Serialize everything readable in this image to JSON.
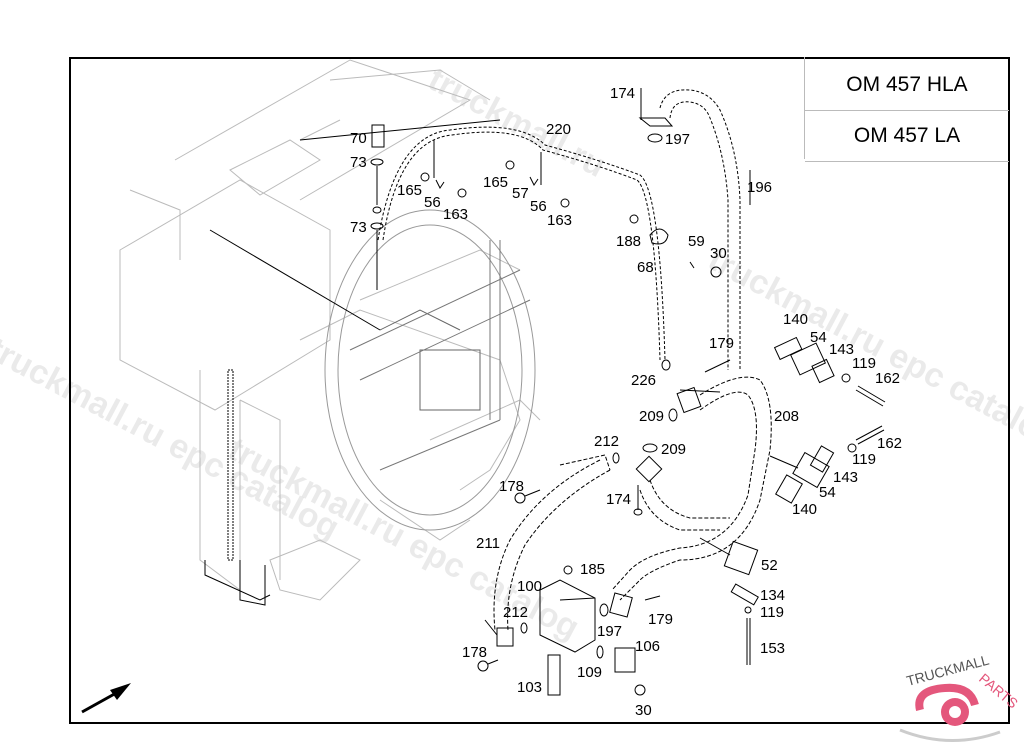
{
  "diagram": {
    "title": "Radiator, fan shroud and coolant pipes parts diagram",
    "models": [
      "OM 457 HLA",
      "OM 457 LA"
    ],
    "callouts": [
      {
        "id": "c174a",
        "label": "174"
      },
      {
        "id": "c197a",
        "label": "197"
      },
      {
        "id": "c220",
        "label": "220"
      },
      {
        "id": "c70",
        "label": "70"
      },
      {
        "id": "c73a",
        "label": "73"
      },
      {
        "id": "c73b",
        "label": "73"
      },
      {
        "id": "c165a",
        "label": "165"
      },
      {
        "id": "c56a",
        "label": "56"
      },
      {
        "id": "c163a",
        "label": "163"
      },
      {
        "id": "c165b",
        "label": "165"
      },
      {
        "id": "c57",
        "label": "57"
      },
      {
        "id": "c56b",
        "label": "56"
      },
      {
        "id": "c163b",
        "label": "163"
      },
      {
        "id": "c196",
        "label": "196"
      },
      {
        "id": "c188",
        "label": "188"
      },
      {
        "id": "c68",
        "label": "68"
      },
      {
        "id": "c59",
        "label": "59"
      },
      {
        "id": "c30a",
        "label": "30"
      },
      {
        "id": "c140a",
        "label": "140"
      },
      {
        "id": "c54a",
        "label": "54"
      },
      {
        "id": "c143a",
        "label": "143"
      },
      {
        "id": "c119a",
        "label": "119"
      },
      {
        "id": "c162a",
        "label": "162"
      },
      {
        "id": "c179a",
        "label": "179"
      },
      {
        "id": "c226",
        "label": "226"
      },
      {
        "id": "c209a",
        "label": "209"
      },
      {
        "id": "c208",
        "label": "208"
      },
      {
        "id": "c209b",
        "label": "209"
      },
      {
        "id": "c212a",
        "label": "212"
      },
      {
        "id": "c162b",
        "label": "162"
      },
      {
        "id": "c119b",
        "label": "119"
      },
      {
        "id": "c143b",
        "label": "143"
      },
      {
        "id": "c54b",
        "label": "54"
      },
      {
        "id": "c140b",
        "label": "140"
      },
      {
        "id": "c178a",
        "label": "178"
      },
      {
        "id": "c174b",
        "label": "174"
      },
      {
        "id": "c211",
        "label": "211"
      },
      {
        "id": "c52",
        "label": "52"
      },
      {
        "id": "c185",
        "label": "185"
      },
      {
        "id": "c100",
        "label": "100"
      },
      {
        "id": "c134",
        "label": "134"
      },
      {
        "id": "c119c",
        "label": "119"
      },
      {
        "id": "c212b",
        "label": "212"
      },
      {
        "id": "c179b",
        "label": "179"
      },
      {
        "id": "c197b",
        "label": "197"
      },
      {
        "id": "c106",
        "label": "106"
      },
      {
        "id": "c153",
        "label": "153"
      },
      {
        "id": "c178b",
        "label": "178"
      },
      {
        "id": "c109",
        "label": "109"
      },
      {
        "id": "c103",
        "label": "103"
      },
      {
        "id": "c30b",
        "label": "30"
      }
    ]
  },
  "watermarks": [
    "truckmall.ru epc catalog",
    "truckmall.ru epc catalog",
    "truckmall.ru",
    "truckmall.ru epc catalog"
  ],
  "logo": {
    "text": "TRUCKMALLPARTS",
    "part1": "TRUCKMALL",
    "part2": "PARTS",
    "color": "#e4577c"
  },
  "icons": {
    "direction_arrow": "arrow-up-right-icon"
  }
}
